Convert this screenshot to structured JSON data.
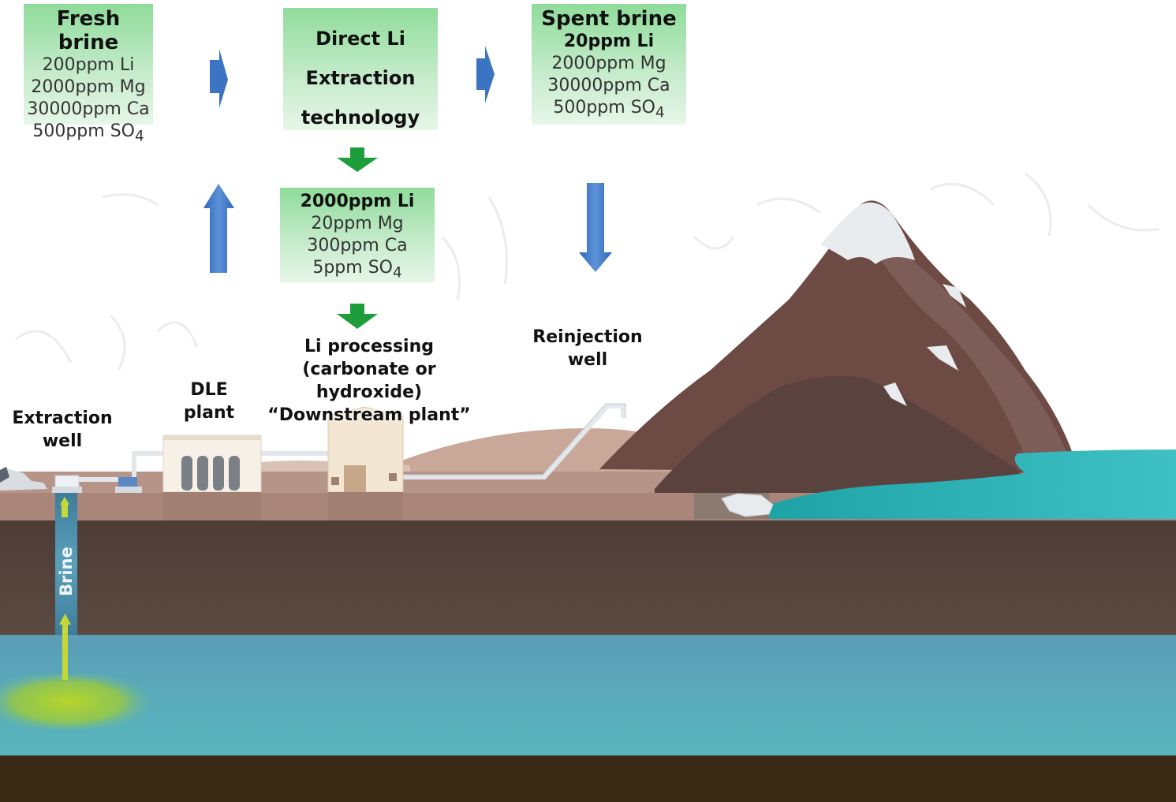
{
  "boxes": {
    "fresh": {
      "title": "Fresh brine",
      "lines": [
        "200ppm Li",
        "2000ppm Mg",
        "30000ppm Ca",
        "500ppm SO"
      ]
    },
    "dle": {
      "lines": [
        "Direct Li",
        "Extraction",
        "technology"
      ]
    },
    "spent": {
      "title": "Spent brine",
      "bold_line": "20ppm Li",
      "lines": [
        "2000ppm Mg",
        "30000ppm Ca",
        "500ppm SO"
      ]
    },
    "concentrate": {
      "bold_line": "2000ppm Li",
      "lines": [
        "20ppm Mg",
        "300ppm Ca",
        "5ppm SO"
      ]
    },
    "subscript": "4"
  },
  "labels": {
    "extraction_well": [
      "Extraction",
      "well"
    ],
    "dle_plant": [
      "DLE",
      "plant"
    ],
    "li_processing": [
      "Li processing",
      "(carbonate or hydroxide)",
      "“Downstream plant”"
    ],
    "reinjection_well": [
      "Reinjection",
      "well"
    ],
    "brine": "Brine"
  },
  "colors": {
    "box_green": "#8fdc9a",
    "arrow_blue": "#3b78c8",
    "arrow_green": "#1e9e3a",
    "mountain": "#6e4a45",
    "snow": "#e9ecee",
    "lake": "#2fb0b4",
    "ground": "#4a3b35",
    "aquifer": "#4a9fb8",
    "bedrock": "#3c2a14"
  }
}
